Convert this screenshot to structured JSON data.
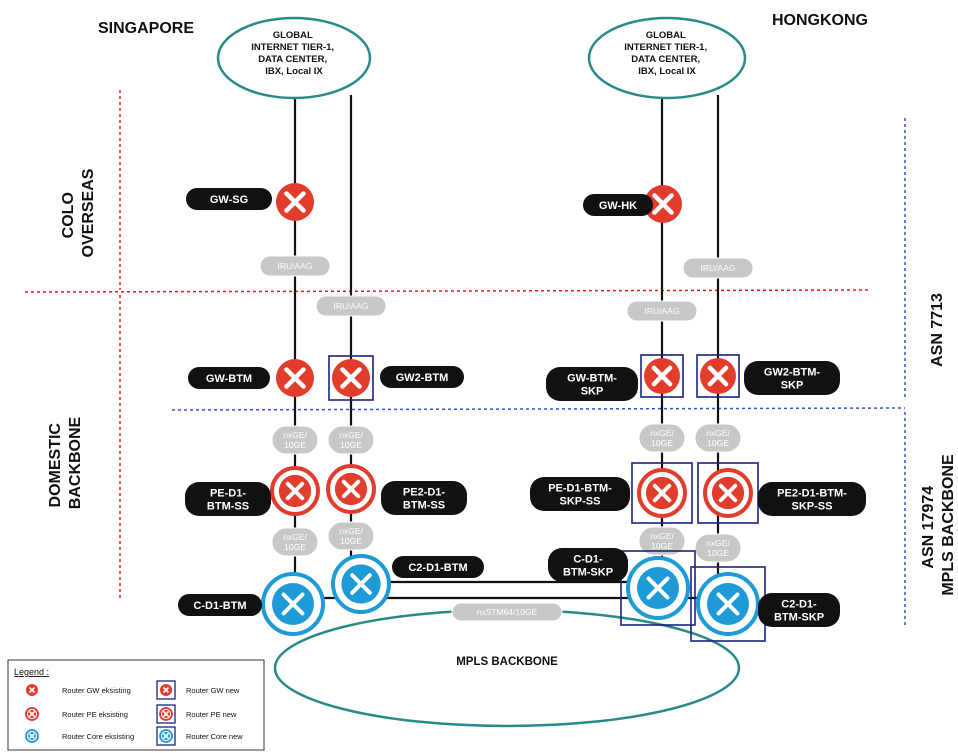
{
  "regions": {
    "singapore": "SINGAPORE",
    "hongkong": "HONGKONG"
  },
  "clouds": {
    "sg": [
      "GLOBAL",
      "INTERNET TIER-1,",
      "DATA CENTER,",
      "IBX, Local IX"
    ],
    "hk": [
      "GLOBAL",
      "INTERNET TIER-1,",
      "DATA CENTER,",
      "IBX, Local IX"
    ]
  },
  "zones": {
    "colo": [
      "COLO",
      "OVERSEAS"
    ],
    "domestic": [
      "DOMESTIC",
      "BACKBONE"
    ],
    "asn7713": "ASN 7713",
    "asn17974": [
      "ASN 17974",
      "MPLS BACKBONE"
    ]
  },
  "routers": {
    "gw_sg": [
      "GW-SG"
    ],
    "gw_hk": [
      "GW-HK"
    ],
    "gw_btm": [
      "GW-BTM"
    ],
    "gw2_btm": [
      "GW2-BTM"
    ],
    "gw_btm_skp": [
      "GW-BTM-",
      "SKP"
    ],
    "gw2_btm_skp": [
      "GW2-BTM-",
      "SKP"
    ],
    "pe_d1_btm_ss": [
      "PE-D1-",
      "BTM-SS"
    ],
    "pe2_d1_btm_ss": [
      "PE2-D1-",
      "BTM-SS"
    ],
    "pe_d1_btm_skp_ss": [
      "PE-D1-BTM-",
      "SKP-SS"
    ],
    "pe2_d1_btm_skp_ss": [
      "PE2-D1-BTM-",
      "SKP-SS"
    ],
    "c_d1_btm": [
      "C-D1-BTM"
    ],
    "c2_d1_btm": [
      "C2-D1-BTM"
    ],
    "c_d1_btm_skp": [
      "C-D1-",
      "BTM-SKP"
    ],
    "c2_d1_btm_skp": [
      "C2-D1-",
      "BTM-SKP"
    ]
  },
  "links": {
    "iru": "IRU/AAG",
    "nxge": [
      "nxGE/",
      "10GE"
    ],
    "stm": "nxSTM64/10GE"
  },
  "mpls_label": "MPLS BACKBONE",
  "legend": {
    "title": "Legend :",
    "gw_existing": "Router GW eksisting",
    "gw_new": "Router GW new",
    "pe_existing": "Router PE eksisting",
    "pe_new": "Router PE new",
    "core_existing": "Router Core eksisting",
    "core_new": "Router Core new"
  },
  "colors": {
    "router_red": "#e23c2c",
    "router_blue": "#1e9ad6",
    "teal": "#2a8a8a",
    "zone_red": "#e02020",
    "zone_blue": "#3355cc",
    "label_bg": "#111111",
    "pill_bg": "#c8c8c8",
    "new_box": "#1a237e"
  }
}
